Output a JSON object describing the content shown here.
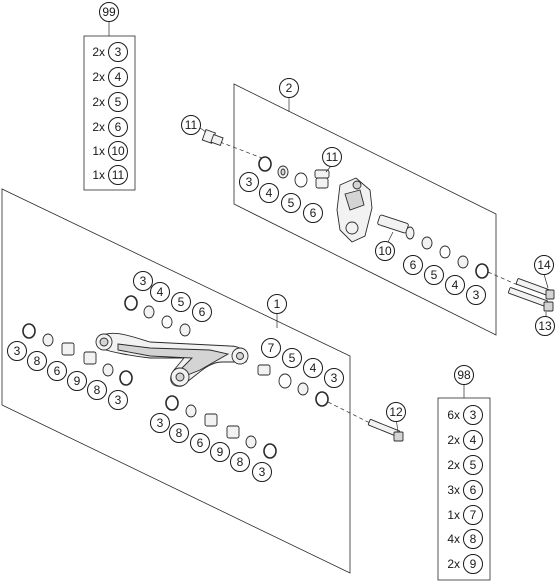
{
  "diagram": {
    "callouts": {
      "kit_99": "99",
      "kit_98": "98",
      "assembly_2": "2",
      "assembly_1": "1",
      "bolt_11_top": "11",
      "spacer_11": "11",
      "bolt_12": "12",
      "bolt_13": "13",
      "bolt_14": "14",
      "sleeve_10": "10",
      "up_3a": "3",
      "up_4a": "4",
      "up_5a": "5",
      "up_6a": "6",
      "up_6b": "6",
      "up_5b": "5",
      "up_4b": "4",
      "up_3b": "3",
      "lo_3a": "3",
      "lo_4a": "4",
      "lo_5a": "5",
      "lo_6a": "6",
      "lo_7": "7",
      "lo_5b": "5",
      "lo_4b": "4",
      "lo_3b": "3",
      "lo_3c": "3",
      "lo_8a": "8",
      "lo_6b": "6",
      "lo_9a": "9",
      "lo_8b": "8",
      "lo_3d": "3",
      "lo_3e": "3",
      "lo_8c": "8",
      "lo_6c": "6",
      "lo_9b": "9",
      "lo_8d": "8",
      "lo_3f": "3"
    },
    "kit_99": {
      "rows": [
        {
          "qty": "2x",
          "part": "3"
        },
        {
          "qty": "2x",
          "part": "4"
        },
        {
          "qty": "2x",
          "part": "5"
        },
        {
          "qty": "2x",
          "part": "6"
        },
        {
          "qty": "1x",
          "part": "10"
        },
        {
          "qty": "1x",
          "part": "11"
        }
      ]
    },
    "kit_98": {
      "rows": [
        {
          "qty": "6x",
          "part": "3"
        },
        {
          "qty": "2x",
          "part": "4"
        },
        {
          "qty": "2x",
          "part": "5"
        },
        {
          "qty": "3x",
          "part": "6"
        },
        {
          "qty": "1x",
          "part": "7"
        },
        {
          "qty": "4x",
          "part": "8"
        },
        {
          "qty": "2x",
          "part": "9"
        }
      ]
    }
  }
}
